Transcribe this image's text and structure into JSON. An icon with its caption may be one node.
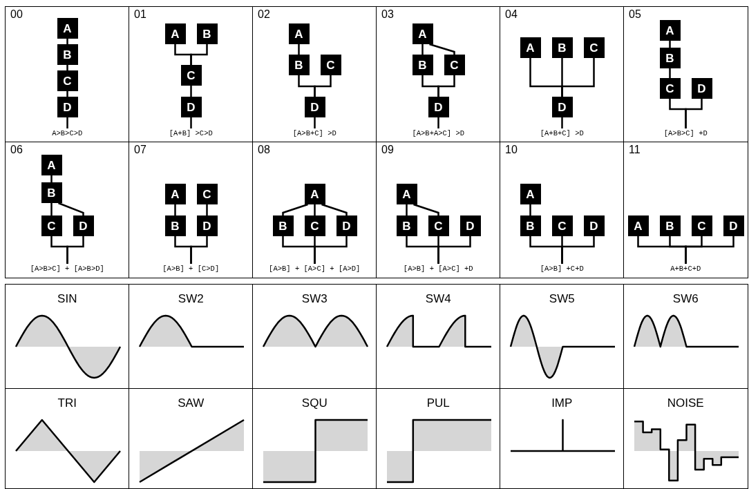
{
  "diagram": {
    "nodes": [
      {
        "text": [
          "00",
          "A>B>C>D"
        ]
      },
      {
        "text": [
          "A"
        ],
        "in": 0
      },
      {
        "text": [
          "B"
        ],
        "in": 0
      },
      {
        "text": [
          "C"
        ],
        "in": 0
      },
      {
        "text": [
          "D"
        ],
        "in": 0
      },
      {
        "text": [
          "01",
          "[A+B] >C>D"
        ]
      },
      {
        "text": [
          "A"
        ],
        "in": 5
      },
      {
        "text": [
          "B"
        ],
        "in": 5
      },
      {
        "text": [
          "C"
        ],
        "in": 5
      },
      {
        "text": [
          "D"
        ],
        "in": 5
      },
      {
        "text": [
          "02",
          "[A>B+C] >D"
        ]
      },
      {
        "text": [
          "A"
        ],
        "in": 10
      },
      {
        "text": [
          "B"
        ],
        "in": 10
      },
      {
        "text": [
          "C"
        ],
        "in": 10
      },
      {
        "text": [
          "D"
        ],
        "in": 10
      },
      {
        "text": [
          "03",
          "[A>B+A>C] >D"
        ]
      },
      {
        "text": [
          "A"
        ],
        "in": 15
      },
      {
        "text": [
          "B"
        ],
        "in": 15
      },
      {
        "text": [
          "C"
        ],
        "in": 15
      },
      {
        "text": [
          "D"
        ],
        "in": 15
      },
      {
        "text": [
          "04",
          "[A+B+C] >D"
        ]
      },
      {
        "text": [
          "A"
        ],
        "in": 20
      },
      {
        "text": [
          "B"
        ],
        "in": 20
      },
      {
        "text": [
          "C"
        ],
        "in": 20
      },
      {
        "text": [
          "D"
        ],
        "in": 20
      },
      {
        "text": [
          "05",
          "[A>B>C] +D"
        ]
      },
      {
        "text": [
          "A"
        ],
        "in": 25
      },
      {
        "text": [
          "B"
        ],
        "in": 25
      },
      {
        "text": [
          "C"
        ],
        "in": 25
      },
      {
        "text": [
          "D"
        ],
        "in": 25
      },
      {
        "text": [
          "06",
          "[A>B>C] + [A>B>D]"
        ]
      },
      {
        "text": [
          "A"
        ],
        "in": 30
      },
      {
        "text": [
          "B"
        ],
        "in": 30
      },
      {
        "text": [
          "C"
        ],
        "in": 30
      },
      {
        "text": [
          "D"
        ],
        "in": 30
      },
      {
        "text": [
          "07",
          "[A>B] + [C>D]"
        ]
      },
      {
        "text": [
          "A"
        ],
        "in": 35
      },
      {
        "text": [
          "C"
        ],
        "in": 35
      },
      {
        "text": [
          "B"
        ],
        "in": 35
      },
      {
        "text": [
          "D"
        ],
        "in": 35
      },
      {
        "text": [
          "08",
          "[A>B] + [A>C] + [A>D]"
        ]
      },
      {
        "text": [
          "A"
        ],
        "in": 40
      },
      {
        "text": [
          "B"
        ],
        "in": 40
      },
      {
        "text": [
          "C"
        ],
        "in": 40
      },
      {
        "text": [
          "D"
        ],
        "in": 40
      },
      {
        "text": [
          "09",
          "[A>B] + [A>C] +D"
        ]
      },
      {
        "text": [
          "A"
        ],
        "in": 45
      },
      {
        "text": [
          "B"
        ],
        "in": 45
      },
      {
        "text": [
          "C"
        ],
        "in": 45
      },
      {
        "text": [
          "D"
        ],
        "in": 45
      },
      {
        "text": [
          "10",
          "[A>B] +C+D"
        ]
      },
      {
        "text": [
          "A"
        ],
        "in": 50
      },
      {
        "text": [
          "B"
        ],
        "in": 50
      },
      {
        "text": [
          "C"
        ],
        "in": 50
      },
      {
        "text": [
          "D"
        ],
        "in": 50
      },
      {
        "text": [
          "11",
          "A+B+C+D"
        ]
      },
      {
        "text": [
          "A"
        ],
        "in": 55
      },
      {
        "text": [
          "B"
        ],
        "in": 55
      },
      {
        "text": [
          "C"
        ],
        "in": 55
      },
      {
        "text": [
          "D"
        ],
        "in": 55
      },
      {
        "text": [
          "SIN"
        ]
      },
      {
        "text": [
          "SW2"
        ]
      },
      {
        "text": [
          "SW3"
        ]
      },
      {
        "text": [
          "SW4"
        ]
      },
      {
        "text": [
          "SW5"
        ]
      },
      {
        "text": [
          "SW6"
        ]
      },
      {
        "text": [
          "TRI"
        ]
      },
      {
        "text": [
          "SAW"
        ]
      },
      {
        "text": [
          "SQU"
        ]
      },
      {
        "text": [
          "PUL"
        ]
      },
      {
        "text": [
          "IMP"
        ]
      },
      {
        "text": [
          "NOISE"
        ]
      }
    ],
    "edges": [
      {
        "from": 1,
        "to": 2,
        "arrow": "none"
      },
      {
        "from": 2,
        "to": 3,
        "arrow": "none"
      },
      {
        "from": 3,
        "to": 4,
        "arrow": "none"
      },
      {
        "from": 4,
        "to": null,
        "arrow": "none"
      },
      {
        "from": 6,
        "to": 8,
        "arrow": "none"
      },
      {
        "from": 7,
        "to": 8,
        "arrow": "none"
      },
      {
        "from": 8,
        "to": 9,
        "arrow": "none"
      },
      {
        "from": 9,
        "to": null,
        "arrow": "none"
      },
      {
        "from": 11,
        "to": 12,
        "arrow": "none"
      },
      {
        "from": 12,
        "to": 14,
        "arrow": "none"
      },
      {
        "from": 13,
        "to": 14,
        "arrow": "none"
      },
      {
        "from": 14,
        "to": null,
        "arrow": "none"
      },
      {
        "from": 16,
        "to": 17,
        "arrow": "none"
      },
      {
        "from": 16,
        "to": 18,
        "arrow": "none"
      },
      {
        "from": 17,
        "to": 19,
        "arrow": "none"
      },
      {
        "from": 18,
        "to": 19,
        "arrow": "none"
      },
      {
        "from": 19,
        "to": null,
        "arrow": "none"
      },
      {
        "from": 21,
        "to": 24,
        "arrow": "none"
      },
      {
        "from": 22,
        "to": 24,
        "arrow": "none"
      },
      {
        "from": 23,
        "to": 24,
        "arrow": "none"
      },
      {
        "from": 24,
        "to": null,
        "arrow": "none"
      },
      {
        "from": 26,
        "to": 27,
        "arrow": "none"
      },
      {
        "from": 27,
        "to": 28,
        "arrow": "none"
      },
      {
        "from": 28,
        "to": null,
        "arrow": "none"
      },
      {
        "from": 29,
        "to": null,
        "arrow": "none"
      },
      {
        "from": 31,
        "to": 32,
        "arrow": "none"
      },
      {
        "from": 32,
        "to": 33,
        "arrow": "none"
      },
      {
        "from": 32,
        "to": 34,
        "arrow": "none"
      },
      {
        "from": 33,
        "to": null,
        "arrow": "none"
      },
      {
        "from": 34,
        "to": null,
        "arrow": "none"
      },
      {
        "from": 36,
        "to": 38,
        "arrow": "none"
      },
      {
        "from": 37,
        "to": 39,
        "arrow": "none"
      },
      {
        "from": 38,
        "to": null,
        "arrow": "none"
      },
      {
        "from": 39,
        "to": null,
        "arrow": "none"
      },
      {
        "from": 41,
        "to": 42,
        "arrow": "none"
      },
      {
        "from": 41,
        "to": 43,
        "arrow": "none"
      },
      {
        "from": 41,
        "to": 44,
        "arrow": "none"
      },
      {
        "from": 42,
        "to": null,
        "arrow": "none"
      },
      {
        "from": 43,
        "to": null,
        "arrow": "none"
      },
      {
        "from": 44,
        "to": null,
        "arrow": "none"
      },
      {
        "from": 46,
        "to": 47,
        "arrow": "none"
      },
      {
        "from": 46,
        "to": 48,
        "arrow": "none"
      },
      {
        "from": 47,
        "to": null,
        "arrow": "none"
      },
      {
        "from": 48,
        "to": null,
        "arrow": "none"
      },
      {
        "from": 49,
        "to": null,
        "arrow": "none"
      },
      {
        "from": 51,
        "to": 52,
        "arrow": "none"
      },
      {
        "from": 52,
        "to": null,
        "arrow": "none"
      },
      {
        "from": 53,
        "to": null,
        "arrow": "none"
      },
      {
        "from": 54,
        "to": null,
        "arrow": "none"
      },
      {
        "from": 56,
        "to": null,
        "arrow": "none"
      },
      {
        "from": 57,
        "to": null,
        "arrow": "none"
      },
      {
        "from": 58,
        "to": null,
        "arrow": "none"
      },
      {
        "from": 59,
        "to": null,
        "arrow": "none"
      }
    ]
  }
}
